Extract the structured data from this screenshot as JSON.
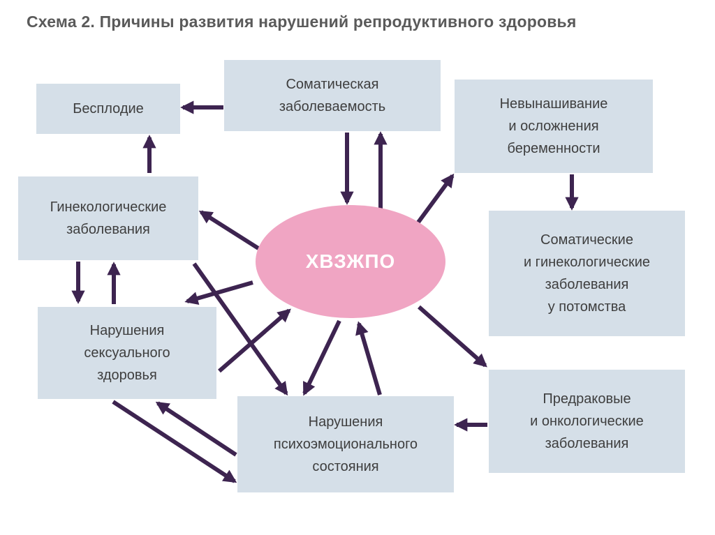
{
  "title": "Схема 2. Причины развития нарушений репродуктивного здоровья",
  "center": "ХВЗЖПО",
  "nodes": {
    "infertility": "Бесплодие",
    "somatic_morbidity": "Соматическая\nзаболеваемость",
    "miscarriage": "Невынашивание\nи осложнения\nбеременности",
    "gynecologic": "Гинекологические\nзаболевания",
    "offspring": "Соматические\nи гинекологические\nзаболевания\nу потомства",
    "sexual_health": "Нарушения\nсексуального\nздоровья",
    "precancer": "Предраковые\nи онкологические\nзаболевания",
    "psycho": "Нарушения\nпсихоэмоционального\nсостояния"
  },
  "colors": {
    "box": "#d5dfe8",
    "center": "#f0a5c3",
    "arrow": "#3d2450",
    "text": "#3e3e3e",
    "title": "#5a5a5a"
  }
}
